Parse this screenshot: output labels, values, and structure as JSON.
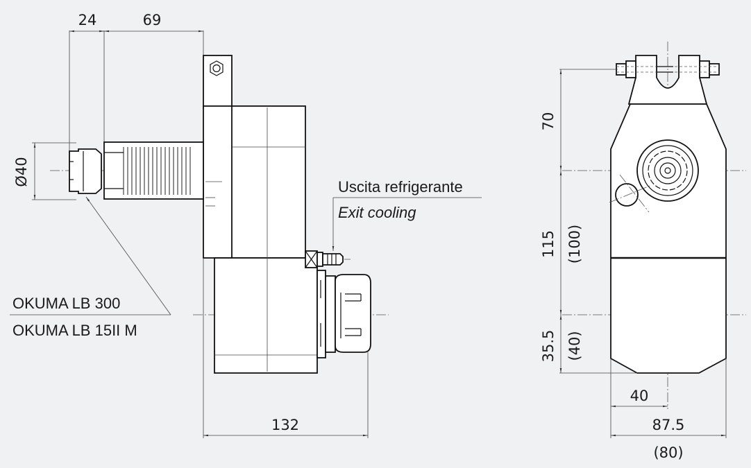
{
  "side_view": {
    "dim_top_left": "24",
    "dim_top_right": "69",
    "dim_diameter": "Ø40",
    "dim_bottom": "132"
  },
  "coolant": {
    "label_it": "Uscita refrigerante",
    "label_en": "Exit cooling"
  },
  "machines": {
    "line1": "OKUMA LB 300",
    "line2": "OKUMA LB 15II M"
  },
  "front_view": {
    "dim_70": "70",
    "dim_115": "115",
    "dim_100": "(100)",
    "dim_35_5": "35.5",
    "dim_40_paren": "(40)",
    "dim_40": "40",
    "dim_87_5": "87.5",
    "dim_80": "(80)"
  }
}
